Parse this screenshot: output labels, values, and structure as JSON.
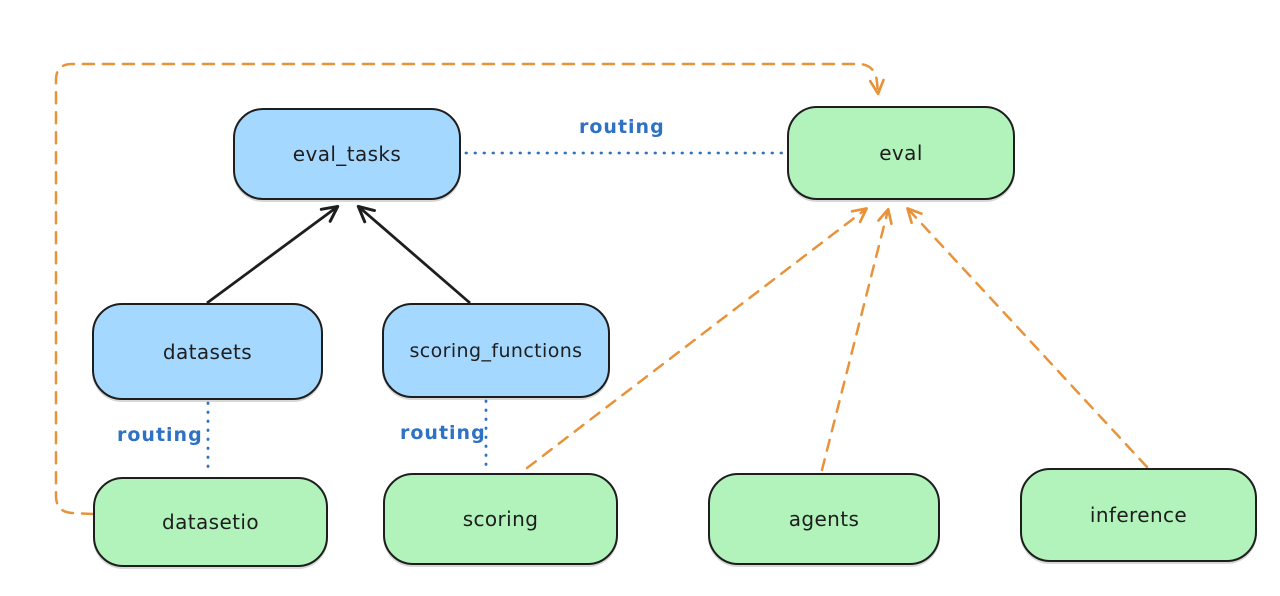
{
  "diagram_type": "architecture-flow",
  "colors": {
    "blue_fill": "#a5d8ff",
    "green_fill": "#b2f2bb",
    "stroke": "#1e1e1e",
    "orange": "#e8933a",
    "routing_blue": "#2e71c5",
    "background": "#ffffff"
  },
  "nodes": {
    "eval_tasks": {
      "label": "eval_tasks",
      "color": "blue"
    },
    "eval": {
      "label": "eval",
      "color": "green"
    },
    "datasets": {
      "label": "datasets",
      "color": "blue"
    },
    "scoring_functions": {
      "label": "scoring_functions",
      "color": "blue"
    },
    "datasetio": {
      "label": "datasetio",
      "color": "green"
    },
    "scoring": {
      "label": "scoring",
      "color": "green"
    },
    "agents": {
      "label": "agents",
      "color": "green"
    },
    "inference": {
      "label": "inference",
      "color": "green"
    }
  },
  "edge_labels": {
    "eval_tasks_eval": "routing",
    "datasets_datasetio": "routing",
    "scoring_functions_scoring": "routing"
  },
  "edges": [
    {
      "from": "datasets",
      "to": "eval_tasks",
      "style": "solid-black-arrow"
    },
    {
      "from": "scoring_functions",
      "to": "eval_tasks",
      "style": "solid-black-arrow"
    },
    {
      "from": "eval_tasks",
      "to": "eval",
      "style": "dotted-blue",
      "label": "routing"
    },
    {
      "from": "datasets",
      "to": "datasetio",
      "style": "dotted-blue",
      "label": "routing"
    },
    {
      "from": "scoring_functions",
      "to": "scoring",
      "style": "dotted-blue",
      "label": "routing"
    },
    {
      "from": "datasetio",
      "to": "eval",
      "style": "dashed-orange-arrow"
    },
    {
      "from": "scoring",
      "to": "eval",
      "style": "dashed-orange-arrow"
    },
    {
      "from": "agents",
      "to": "eval",
      "style": "dashed-orange-arrow"
    },
    {
      "from": "inference",
      "to": "eval",
      "style": "dashed-orange-arrow"
    }
  ]
}
